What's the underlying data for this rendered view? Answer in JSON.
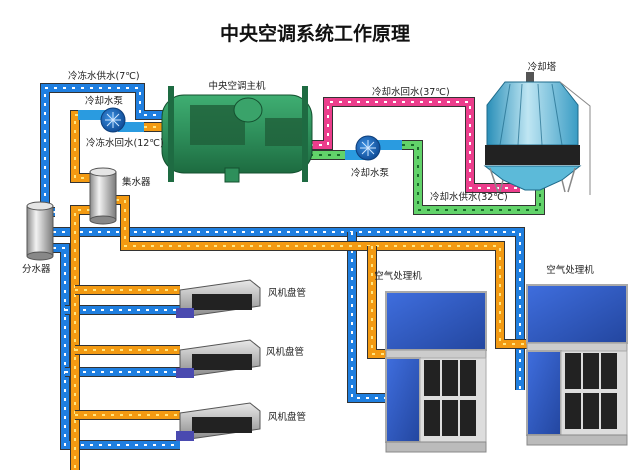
{
  "title": "中央空调系统工作原理",
  "labels": {
    "chilled_supply": "冷冻水供水(7℃)",
    "chilled_return": "冷冻水回水(12℃)",
    "chilled_pump": "冷却水泵",
    "chiller": "中央空调主机",
    "cooling_return": "冷却水回水(37℃)",
    "cooling_pump": "冷却水泵",
    "cooling_tower": "冷却塔",
    "cooling_supply": "冷却水供水(32℃)",
    "collector": "集水器",
    "distributor": "分水器",
    "fcu_1": "风机盘管",
    "fcu_2": "风机盘管",
    "fcu_3": "风机盘管",
    "ahu_1": "空气处理机",
    "ahu_2": "空气处理机"
  },
  "colors": {
    "chilled_supply_pipe": "#1f7fe0",
    "chilled_return_pipe": "#f39a12",
    "cooling_return_pipe": "#ec3d8c",
    "cooling_supply_pipe": "#62d36a",
    "chiller_body": "#2e8f5b",
    "tower_body": "#4fb3d6",
    "ahu_panel": "#2f58c9",
    "pump": "#1d6cc0"
  },
  "icons": {
    "pump": "pump-icon",
    "chiller": "chiller-icon",
    "cooling_tower": "cooling-tower-icon",
    "tank": "tank-icon",
    "fan_coil": "fan-coil-icon",
    "air_handler": "air-handler-icon"
  }
}
